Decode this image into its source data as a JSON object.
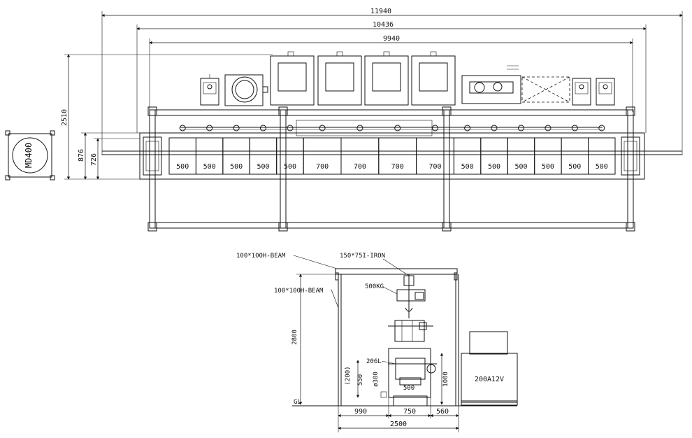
{
  "top_dimensions": {
    "overall": "11940",
    "frame": "10436",
    "line": "9940"
  },
  "side_dimensions": {
    "height": "2510",
    "tank_outer": "876",
    "tank_inner": "726"
  },
  "rectifier_label": "MD400",
  "tank_row": [
    "500",
    "500",
    "500",
    "500",
    "500",
    "700",
    "700",
    "700",
    "700",
    "500",
    "500",
    "500",
    "500",
    "500",
    "500"
  ],
  "section_labels": {
    "beam_top": "100*100H-BEAM",
    "iron": "150*75I-IRON",
    "hoist": "500KG",
    "beam_side": "100*100H-BEAM",
    "volume": "206L",
    "diameter": "ø300",
    "drum_width": "500",
    "depth": "550",
    "offset": "(200)",
    "tank_height": "1000",
    "frame_height": "2800",
    "ground": "GL",
    "power_unit": "200A12V"
  },
  "bottom_dimensions": {
    "left": "990",
    "mid": "750",
    "right": "560",
    "total": "2500"
  }
}
